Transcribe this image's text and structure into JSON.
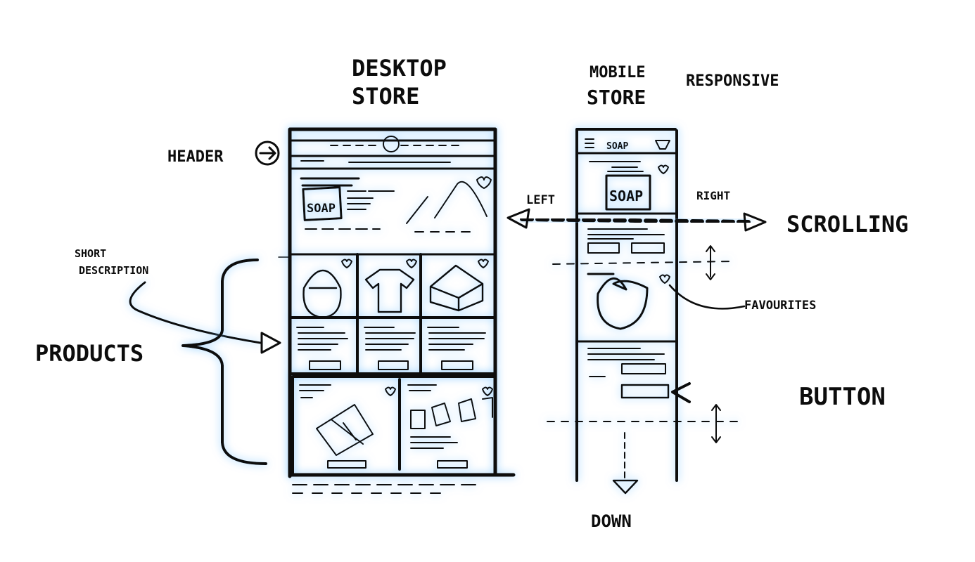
{
  "labels": {
    "desktop_line1": "DESKTOP",
    "desktop_line2": "STORE",
    "mobile_line1": "MOBILE",
    "mobile_line2": "STORE",
    "responsive": "RESPONSIVE",
    "header": "HEADER",
    "short_desc_line1": "SHORT",
    "short_desc_line2": "DESCRIPTION",
    "products": "PRODUCTS",
    "left": "LEFT",
    "right": "RIGHT",
    "scrolling": "SCROLLING",
    "favourites": "FAVOURITES",
    "button": "BUTTON",
    "down": "DOWN",
    "soap_desktop": "SOAP",
    "soap_mobile": "SOAP",
    "mobile_header_text": "SOAP"
  },
  "colors": {
    "ink": "#0c0c0c",
    "glow": "#7cc4ff",
    "background": "#ffffff"
  },
  "icons": [
    "arrow-right-circle-icon",
    "heart-icon",
    "hamburger-menu-icon",
    "cart-icon",
    "bag-icon",
    "tshirt-icon",
    "box-icon",
    "gift-icon",
    "arrow-up-down-icon"
  ]
}
